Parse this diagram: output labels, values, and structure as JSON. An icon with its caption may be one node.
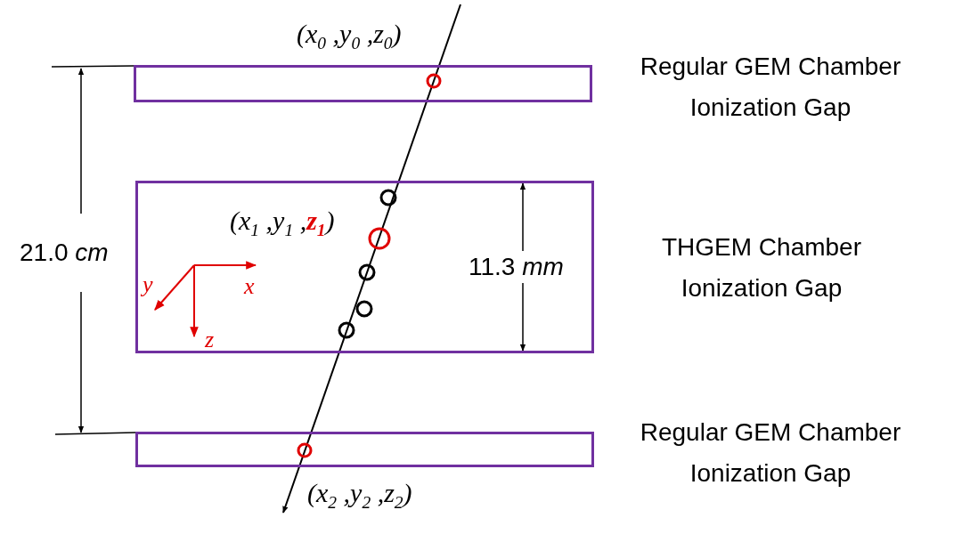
{
  "diagram": {
    "nodes": [
      {
        "text": [],
        "shape": "box",
        "beside": [
          "Regular GEM Chamber Ionization Gap"
        ]
      },
      {
        "text": [],
        "shape": "box",
        "beside": [
          "THGEM Chamber Ionization Gap"
        ]
      },
      {
        "text": [],
        "shape": "box",
        "beside": [
          "Regular GEM Chamber Ionization Gap"
        ]
      }
    ],
    "edges": [],
    "labels": [
      "(x$_{0}$ ,y$_{0}$ ,z$_{0}$)",
      "21.0 *cm*",
      "(x$_{1}$ ,y$_{1}$ ,**z**$_{1}$)",
      "11.3 *mm*",
      "y",
      "x",
      "z",
      "(x$_{2}$ ,y$_{2}$ ,z$_{2}$)"
    ]
  }
}
